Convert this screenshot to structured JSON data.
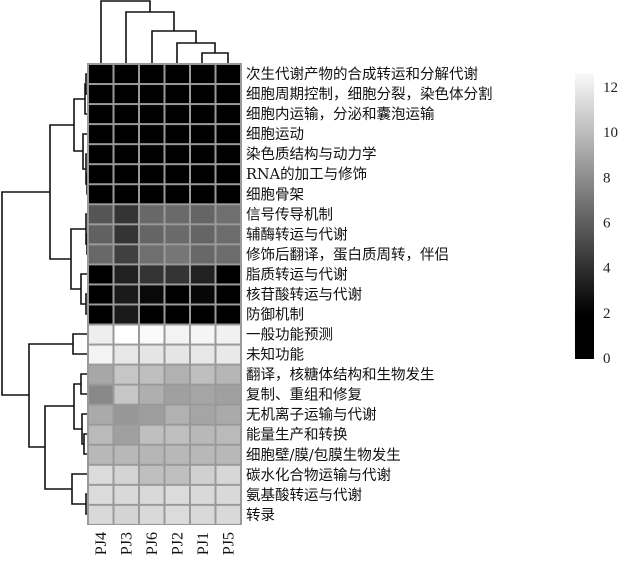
{
  "chart_data": {
    "type": "heatmap",
    "title": "",
    "columns": [
      "PJ4",
      "PJ3",
      "PJ6",
      "PJ2",
      "PJ1",
      "PJ5"
    ],
    "rows": [
      "次生代谢产物的合成转运和分解代谢",
      "细胞周期控制，细胞分裂，染色体分割",
      "细胞内运输，分泌和囊泡运输",
      "细胞运动",
      "染色质结构与动力学",
      "RNA的加工与修饰",
      "细胞骨架",
      "信号传导机制",
      "辅酶转运与代谢",
      "修饰后翻译，蛋白质周转，伴侣",
      "脂质转运与代谢",
      "核苷酸转运与代谢",
      "防御机制",
      "一般功能预测",
      "未知功能",
      "翻译，核糖体结构和生物发生",
      "复制、重组和修复",
      "无机离子运输与代谢",
      "能量生产和转换",
      "细胞壁/膜/包膜生物发生",
      "碳水化合物运输与代谢",
      "氨基酸转运与代谢",
      "转录"
    ],
    "values": [
      [
        0.5,
        0.5,
        0.5,
        0.5,
        0.5,
        0.5
      ],
      [
        0.5,
        0.5,
        0.5,
        0.5,
        0.5,
        0.5
      ],
      [
        0.5,
        0.5,
        0.5,
        0.5,
        0.5,
        0.5
      ],
      [
        0.5,
        0.5,
        0.5,
        0.5,
        0.5,
        0.5
      ],
      [
        0.5,
        0.5,
        0.5,
        0.5,
        0.5,
        0.5
      ],
      [
        0.5,
        0.5,
        0.5,
        0.5,
        0.5,
        0.5
      ],
      [
        0.5,
        0.5,
        0.5,
        0.5,
        0.5,
        0.5
      ],
      [
        5.6,
        4.2,
        6.4,
        6.5,
        6.3,
        6.7
      ],
      [
        6.1,
        4.2,
        6.3,
        6.5,
        6.3,
        6.6
      ],
      [
        6.4,
        4.7,
        6.7,
        7.0,
        6.4,
        6.6
      ],
      [
        1.0,
        3.4,
        4.2,
        4.2,
        3.4,
        1.0
      ],
      [
        0.5,
        3.1,
        2.4,
        1.0,
        2.3,
        0.5
      ],
      [
        0.5,
        3.1,
        0.8,
        0.5,
        0.8,
        0.5
      ],
      [
        12.1,
        12.8,
        12.6,
        12.3,
        12.4,
        12.2
      ],
      [
        12.3,
        11.8,
        11.7,
        11.7,
        11.8,
        11.9
      ],
      [
        9.1,
        10.4,
        10.1,
        9.5,
        10.1,
        9.7
      ],
      [
        7.8,
        10.4,
        9.4,
        8.8,
        9.0,
        8.8
      ],
      [
        9.2,
        8.4,
        8.7,
        9.5,
        9.0,
        9.2
      ],
      [
        9.9,
        8.8,
        10.1,
        10.1,
        9.8,
        9.9
      ],
      [
        9.8,
        9.8,
        9.7,
        9.8,
        9.8,
        9.8
      ],
      [
        11.3,
        11.0,
        10.1,
        10.1,
        10.8,
        11.1
      ],
      [
        11.3,
        11.2,
        11.2,
        11.3,
        11.2,
        11.2
      ],
      [
        11.2,
        11.0,
        11.2,
        11.3,
        11.2,
        11.2
      ]
    ],
    "colorbar": {
      "ticks": [
        "0",
        "2",
        "4",
        "6",
        "8",
        "10",
        "12"
      ],
      "range": [
        0,
        12.6
      ],
      "colors": {
        "low": "#000000",
        "high": "#ffffff"
      }
    },
    "row_dendrogram": true,
    "column_dendrogram": true
  }
}
